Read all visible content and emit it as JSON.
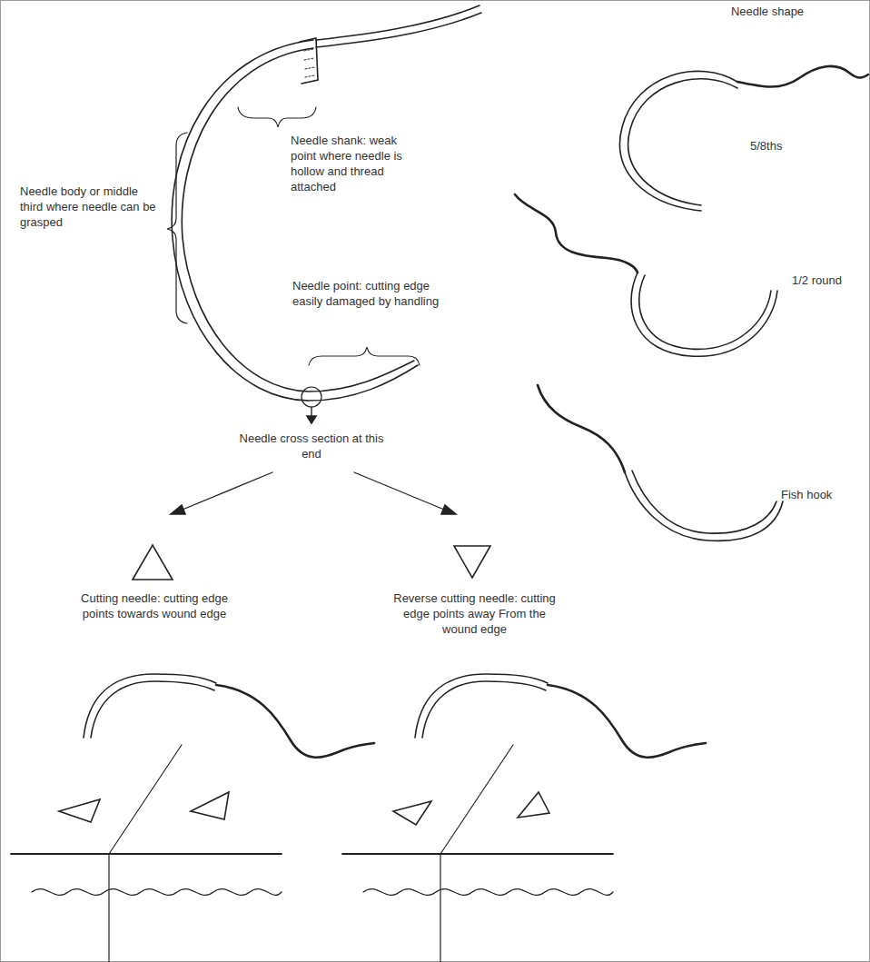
{
  "diagram": {
    "labels": [
      "Needle shape",
      "Needle shank: weak point where needle is hollow and thread attached",
      "Needle body or middle third where needle can be grasped",
      "Needle point: cutting edge easily damaged by handling",
      "5/8ths",
      "1/2 round",
      "Fish hook",
      "Needle cross section at this end",
      "Cutting needle: cutting edge points towards wound edge",
      "Reverse cutting needle: cutting edge points away From the wound edge"
    ]
  }
}
